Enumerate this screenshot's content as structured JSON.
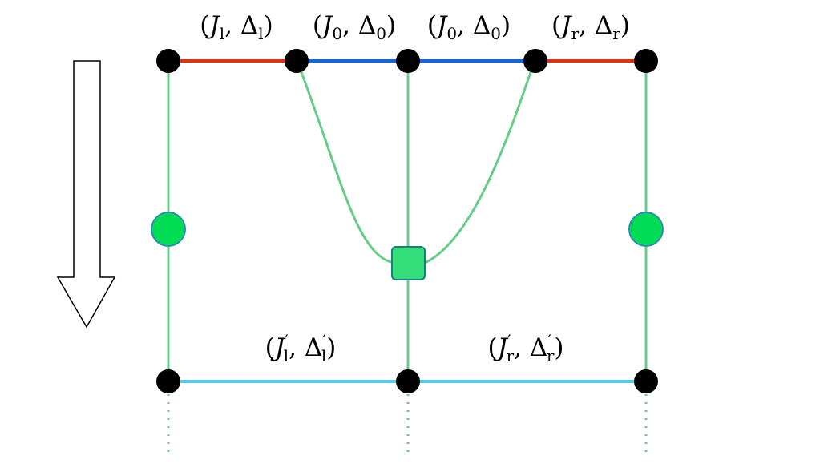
{
  "labels": {
    "top_l": {
      "J": "J",
      "Jsub": "l",
      "D": "Δ",
      "Dsub": "l",
      "prime": ""
    },
    "top_0a": {
      "J": "J",
      "Jsub": "0",
      "D": "Δ",
      "Dsub": "0",
      "prime": ""
    },
    "top_0b": {
      "J": "J",
      "Jsub": "0",
      "D": "Δ",
      "Dsub": "0",
      "prime": ""
    },
    "top_r": {
      "J": "J",
      "Jsub": "r",
      "D": "Δ",
      "Dsub": "r",
      "prime": ""
    },
    "bot_l": {
      "J": "J",
      "Jsub": "l",
      "D": "Δ",
      "Dsub": "l",
      "prime": "′"
    },
    "bot_r": {
      "J": "J",
      "Jsub": "r",
      "D": "Δ",
      "Dsub": "r",
      "prime": "′"
    }
  },
  "colors": {
    "outer_edge": "#dd3311",
    "inner_edge": "#1166dd",
    "bottom_edge": "#55ccee",
    "vertical_line": "#66cc88",
    "node": "#000000",
    "circle_fill": "#00dd55",
    "circle_stroke": "#3388bb",
    "square_fill": "#33dd77",
    "square_stroke": "#227788",
    "arrow_stroke": "#000000"
  }
}
